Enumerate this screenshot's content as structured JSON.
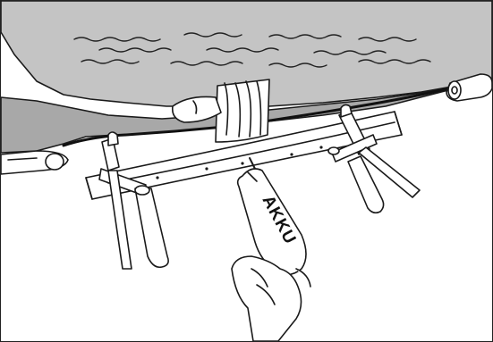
{
  "illustration": {
    "drill_label": "AKKU"
  },
  "colors": {
    "outline": "#1a1a1a",
    "canvas_gray": "#bdbdbd",
    "under_gray": "#a6a6a6",
    "background": "#ffffff"
  },
  "icons": {
    "clamps": "f-clamp",
    "tool": "cordless-drill",
    "hands": "hand"
  }
}
